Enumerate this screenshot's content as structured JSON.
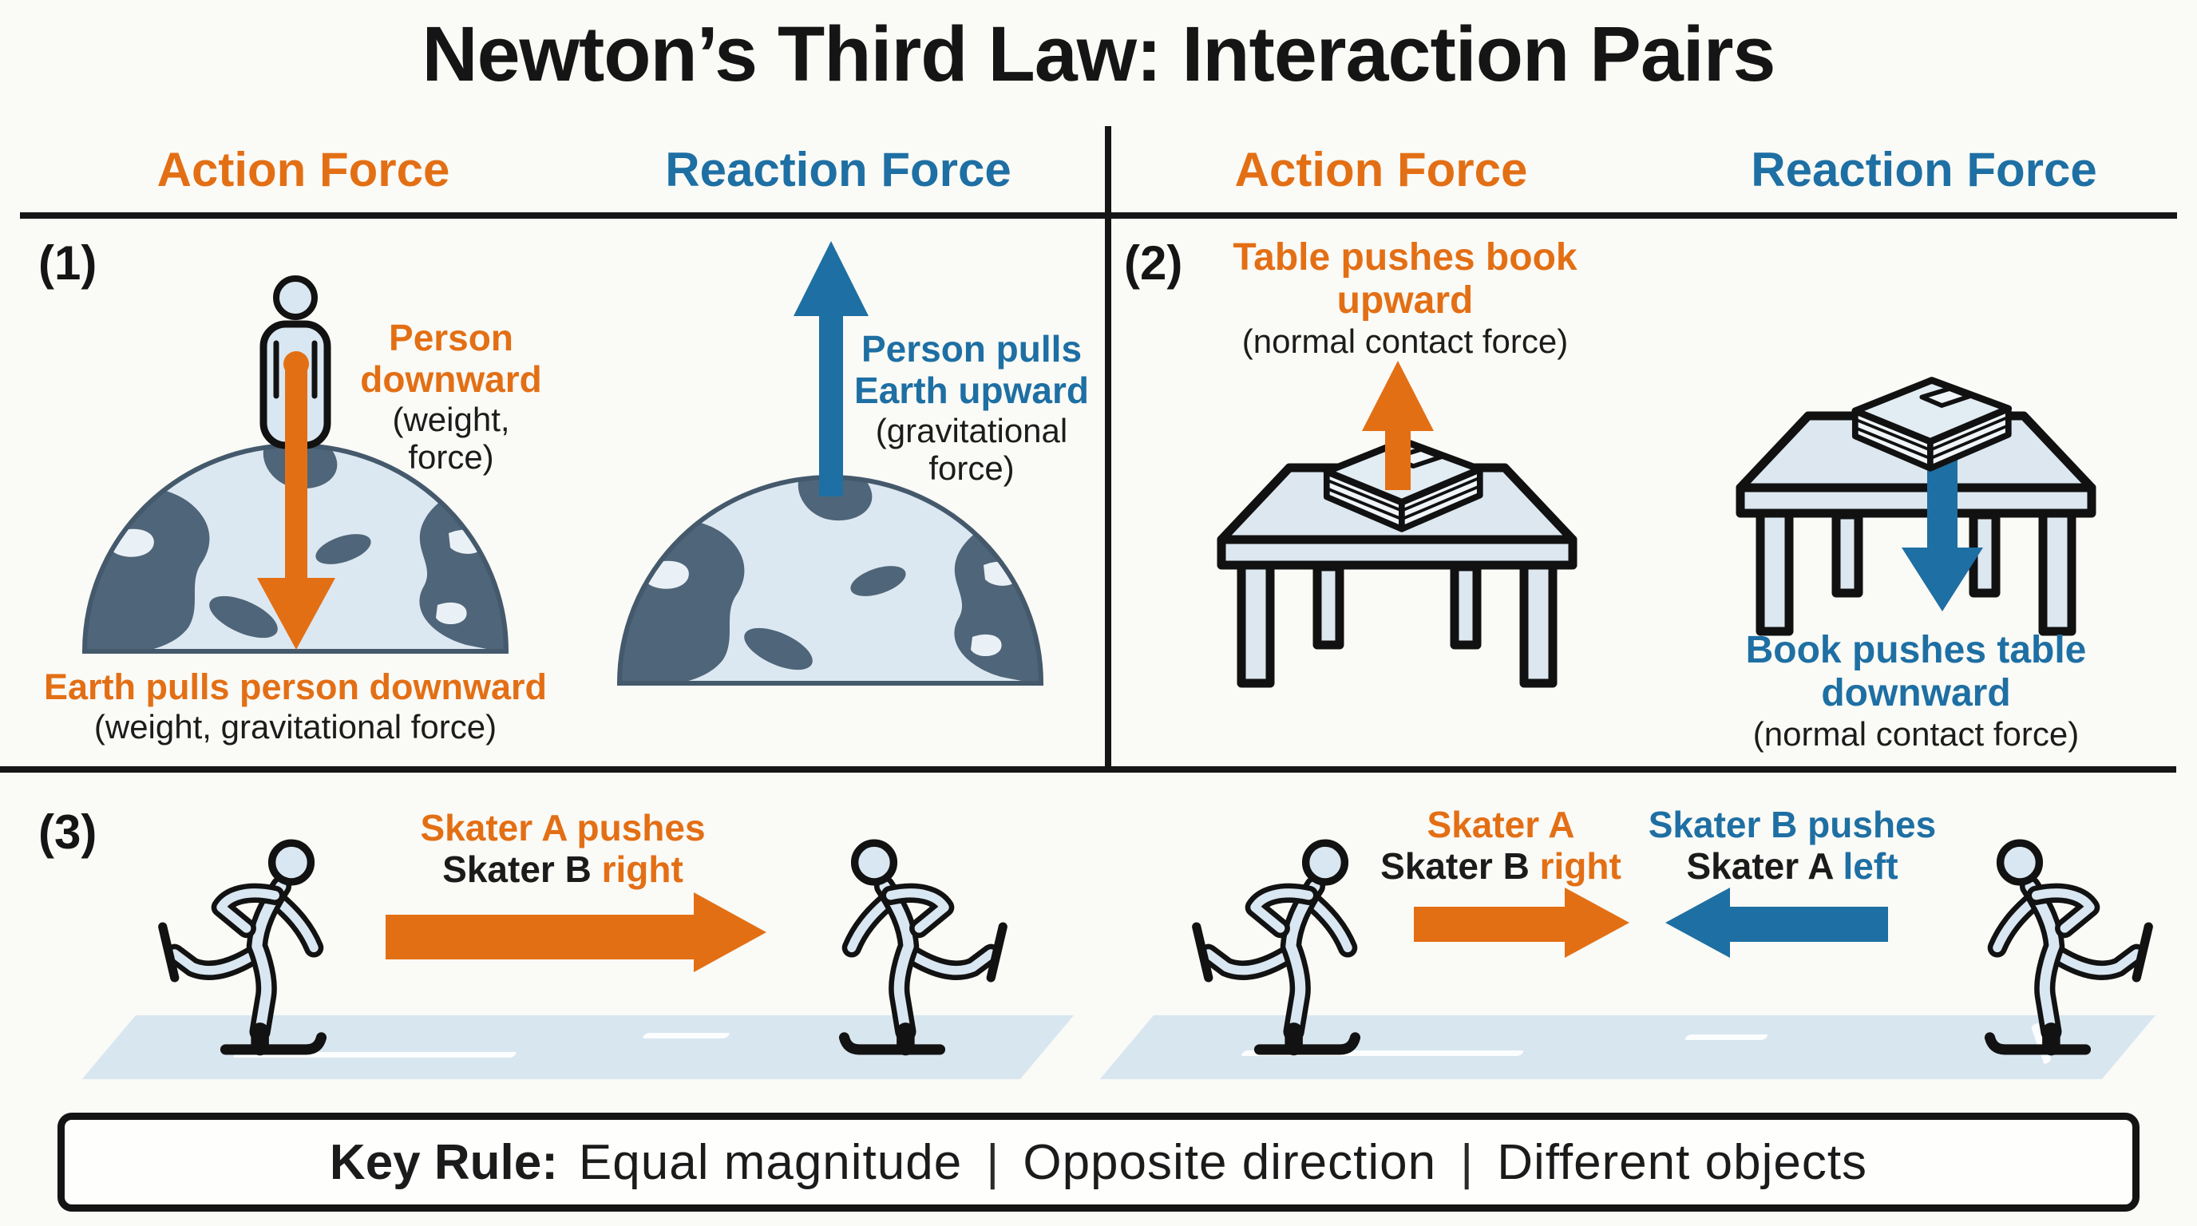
{
  "title": "Newton’s Third Law: Interaction Pairs",
  "colors": {
    "action": "#E36F15",
    "reaction": "#1E6FA3"
  },
  "columns": {
    "left": {
      "action": "Action Force",
      "reaction": "Reaction Force"
    },
    "right": {
      "action": "Action Force",
      "reaction": "Reaction Force"
    }
  },
  "panel1": {
    "number": "(1)",
    "action": {
      "label": "Person downward",
      "label_note": "(weight, force)",
      "caption": "Earth pulls person downward",
      "caption_note": "(weight, gravitational force)"
    },
    "reaction": {
      "label": "Person pulls Earth upward",
      "label_note": "(gravitational force)"
    }
  },
  "panel2": {
    "number": "(2)",
    "action": {
      "label": "Table pushes book upward",
      "label_note": "(normal contact force)"
    },
    "reaction": {
      "label": "Book pushes table downward",
      "label_note": "(normal contact force)"
    }
  },
  "panel3": {
    "number": "(3)",
    "pair1": {
      "action_line1": "Skater A pushes",
      "action_line2_prefix": "Skater B ",
      "action_line2_accent": "right"
    },
    "pair2": {
      "action_line1": "Skater A",
      "action_line2_prefix": "Skater B ",
      "action_line2_accent": "right",
      "reaction_line1": "Skater B pushes",
      "reaction_line2_prefix": "Skater A ",
      "reaction_line2_accent": "left"
    }
  },
  "key_rule": {
    "label": "Key Rule:",
    "items": [
      "Equal magnitude",
      "Opposite direction",
      "Different objects"
    ],
    "separator": "|"
  }
}
